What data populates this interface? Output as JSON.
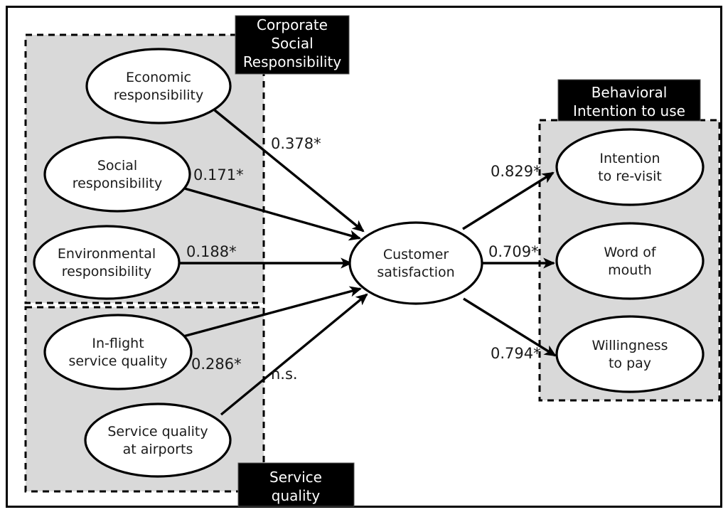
{
  "figure": {
    "title": "Structural model of corporate social responsibility, service quality, customer satisfaction and behavioral intention",
    "frame": {
      "color": "#000000"
    },
    "colors": {
      "group_fill": "#d9d9d9",
      "group_border": "#000000",
      "chip_fill": "#000000",
      "chip_text": "#ffffff",
      "node_fill": "#ffffff",
      "node_border": "#000000",
      "edge": "#000000"
    }
  },
  "groups": [
    {
      "id": "csr",
      "label": "Corporate\nSocial\nResponsibility",
      "label_lines": [
        "Corporate",
        "Social",
        "Responsibility"
      ],
      "chip_position": "top-right"
    },
    {
      "id": "service-quality",
      "label": "Service\nquality",
      "label_lines": [
        "Service",
        "quality"
      ],
      "chip_position": "bottom-right"
    },
    {
      "id": "behavioral-intention",
      "label": "Behavioral\nIntention to use",
      "label_lines": [
        "Behavioral",
        "Intention to use"
      ],
      "chip_position": "top-center"
    }
  ],
  "nodes": [
    {
      "id": "economic-responsibility",
      "lines": [
        "Economic",
        "responsibility"
      ],
      "group": "csr"
    },
    {
      "id": "social-responsibility",
      "lines": [
        "Social",
        "responsibility"
      ],
      "group": "csr"
    },
    {
      "id": "environmental-responsibility",
      "lines": [
        "Environmental",
        "responsibility"
      ],
      "group": "csr"
    },
    {
      "id": "in-flight-service-quality",
      "lines": [
        "In-flight",
        "service quality"
      ],
      "group": "service-quality"
    },
    {
      "id": "service-quality-at-airports",
      "lines": [
        "Service quality",
        "at airports"
      ],
      "group": "service-quality"
    },
    {
      "id": "customer-satisfaction",
      "lines": [
        "Customer",
        "satisfaction"
      ],
      "group": null
    },
    {
      "id": "intention-to-re-visit",
      "lines": [
        "Intention",
        "to re-visit"
      ],
      "group": "behavioral-intention"
    },
    {
      "id": "word-of-mouth",
      "lines": [
        "Word of",
        "mouth"
      ],
      "group": "behavioral-intention"
    },
    {
      "id": "willingness-to-pay",
      "lines": [
        "Willingness",
        "to pay"
      ],
      "group": "behavioral-intention"
    }
  ],
  "paths": [
    {
      "id": "economic-to-satisfaction",
      "from": "economic-responsibility",
      "to": "customer-satisfaction",
      "label": "0.378*",
      "significant": true
    },
    {
      "id": "social-to-satisfaction",
      "from": "social-responsibility",
      "to": "customer-satisfaction",
      "label": "0.171*",
      "significant": true
    },
    {
      "id": "environmental-to-satisfaction",
      "from": "environmental-responsibility",
      "to": "customer-satisfaction",
      "label": "0.188*",
      "significant": true
    },
    {
      "id": "inflight-to-satisfaction",
      "from": "in-flight-service-quality",
      "to": "customer-satisfaction",
      "label": "0.286*",
      "significant": true
    },
    {
      "id": "airport-to-satisfaction",
      "from": "service-quality-at-airports",
      "to": "customer-satisfaction",
      "label": "n.s.",
      "significant": false
    },
    {
      "id": "satisfaction-to-revisit",
      "from": "customer-satisfaction",
      "to": "intention-to-re-visit",
      "label": "0.829*",
      "significant": true
    },
    {
      "id": "satisfaction-to-wom",
      "from": "customer-satisfaction",
      "to": "word-of-mouth",
      "label": "0.709*",
      "significant": true
    },
    {
      "id": "satisfaction-to-willingness",
      "from": "customer-satisfaction",
      "to": "willingness-to-pay",
      "label": "0.794*",
      "significant": true
    }
  ],
  "chart_data": {
    "type": "diagram",
    "subtype": "path-diagram",
    "title": "Structural equation model",
    "coefficients": {
      "Economic responsibility -> Customer satisfaction": "0.378*",
      "Social responsibility -> Customer satisfaction": "0.171*",
      "Environmental responsibility -> Customer satisfaction": "0.188*",
      "In-flight service quality -> Customer satisfaction": "0.286*",
      "Service quality at airports -> Customer satisfaction": "n.s.",
      "Customer satisfaction -> Intention to re-visit": "0.829*",
      "Customer satisfaction -> Word of mouth": "0.709*",
      "Customer satisfaction -> Willingness to pay": "0.794*"
    }
  }
}
